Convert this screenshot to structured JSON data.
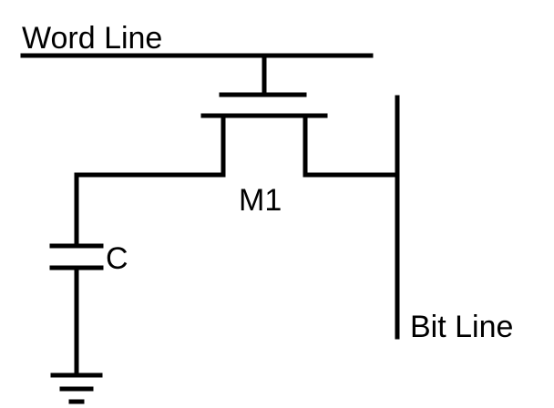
{
  "diagram": {
    "labels": {
      "word_line": "Word Line",
      "bit_line": "Bit Line",
      "transistor": "M1",
      "capacitor": "C"
    },
    "components": [
      {
        "id": "M1",
        "kind": "transistor"
      },
      {
        "id": "C",
        "kind": "capacitor"
      },
      {
        "id": "GND",
        "kind": "ground-symbol"
      }
    ],
    "connections": [
      {
        "from": "word-line",
        "to": "M1 gate"
      },
      {
        "from": "M1 drain",
        "to": "bit-line"
      },
      {
        "from": "M1 source",
        "to": "C"
      },
      {
        "from": "C",
        "to": "ground"
      }
    ],
    "colors": {
      "line": "#000000",
      "background": "#ffffff"
    }
  }
}
